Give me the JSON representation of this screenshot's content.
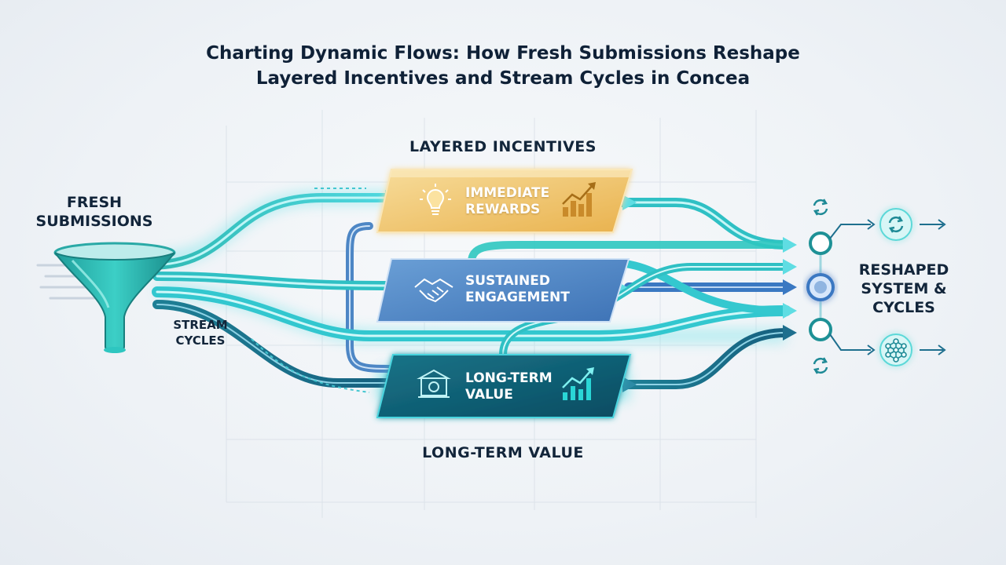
{
  "title": {
    "line1": "Charting Dynamic Flows: How Fresh Submissions Reshape",
    "line2": "Layered Incentives and Stream Cycles in Concea"
  },
  "source": {
    "label": "FRESH SUBMISSIONS",
    "icon": "funnel-icon"
  },
  "streams_label": "STREAM CYCLES",
  "layers": {
    "top_label": "LAYERED INCENTIVES",
    "bottom_label": "LONG-TERM VALUE",
    "items": [
      {
        "label": "IMMEDIATE REWARDS",
        "icon": "lightbulb-icon",
        "accent_icon": "growth-chart-icon",
        "color": "#f0c25e"
      },
      {
        "label": "SUSTAINED ENGAGEMENT",
        "icon": "handshake-icon",
        "color": "#4f86c6"
      },
      {
        "label": "LONG-TERM VALUE",
        "icon": "bank-icon",
        "accent_icon": "growth-chart-icon",
        "color": "#0f5f74"
      }
    ]
  },
  "output": {
    "label": "RESHAPED SYSTEM & CYCLES",
    "icons": [
      "refresh-icon",
      "refresh-icon",
      "refresh-icon",
      "network-icon"
    ]
  },
  "colors": {
    "teal": "#2ec6c0",
    "cyan": "#5fe0e6",
    "navy_flow": "#1c6f8c",
    "blue_flow": "#3a78c2",
    "gold": "#f0c25e"
  }
}
